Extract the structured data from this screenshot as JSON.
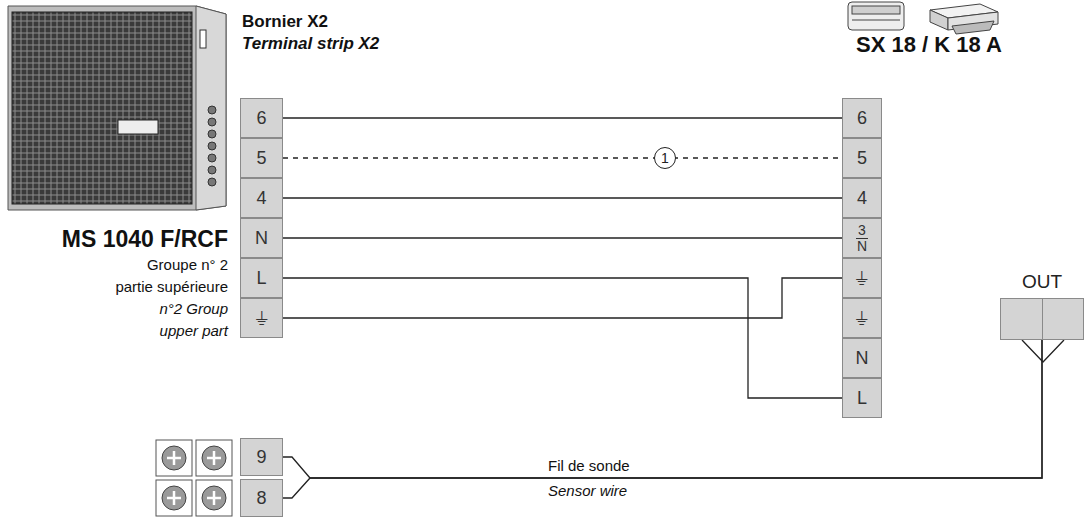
{
  "diagram": {
    "nodes": [
      {
        "text": [
          "6"
        ]
      },
      {
        "text": [
          "5"
        ]
      },
      {
        "text": [
          "4"
        ]
      },
      {
        "text": [
          "N"
        ]
      },
      {
        "text": [
          "L"
        ]
      },
      {
        "text": [
          "⏚"
        ]
      },
      {
        "text": [
          "6"
        ]
      },
      {
        "text": [
          "5"
        ]
      },
      {
        "text": [
          "4"
        ]
      },
      {
        "text": [
          "3",
          "N"
        ]
      },
      {
        "text": [
          "⏚"
        ]
      },
      {
        "text": [
          "⏚"
        ]
      },
      {
        "text": [
          "N"
        ]
      },
      {
        "text": [
          "L"
        ]
      },
      {
        "text": [
          "9"
        ]
      },
      {
        "text": [
          "8"
        ]
      },
      {
        "text": [
          "OUT"
        ]
      }
    ],
    "edges": [
      {
        "from": 0,
        "to": 6,
        "arrow": "none"
      },
      {
        "from": 1,
        "to": 7,
        "arrow": "none",
        "label": "1"
      },
      {
        "from": 2,
        "to": 8,
        "arrow": "none"
      },
      {
        "from": 3,
        "to": 9,
        "arrow": "none"
      },
      {
        "from": 4,
        "to": 13,
        "arrow": "none"
      },
      {
        "from": 5,
        "to": 10,
        "arrow": "none"
      },
      {
        "from": 14,
        "to": 16,
        "arrow": "none"
      },
      {
        "from": 15,
        "to": 16,
        "arrow": "none"
      }
    ],
    "labels": [
      "Bornier X2",
      "Terminal strip X2",
      "SX 18 / K 18 A",
      "MS 1040 F/RCF",
      "Groupe n° 2",
      "partie supérieure",
      "n°2 Group",
      "upper part",
      "Fil de sonde",
      "Sensor wire"
    ]
  }
}
